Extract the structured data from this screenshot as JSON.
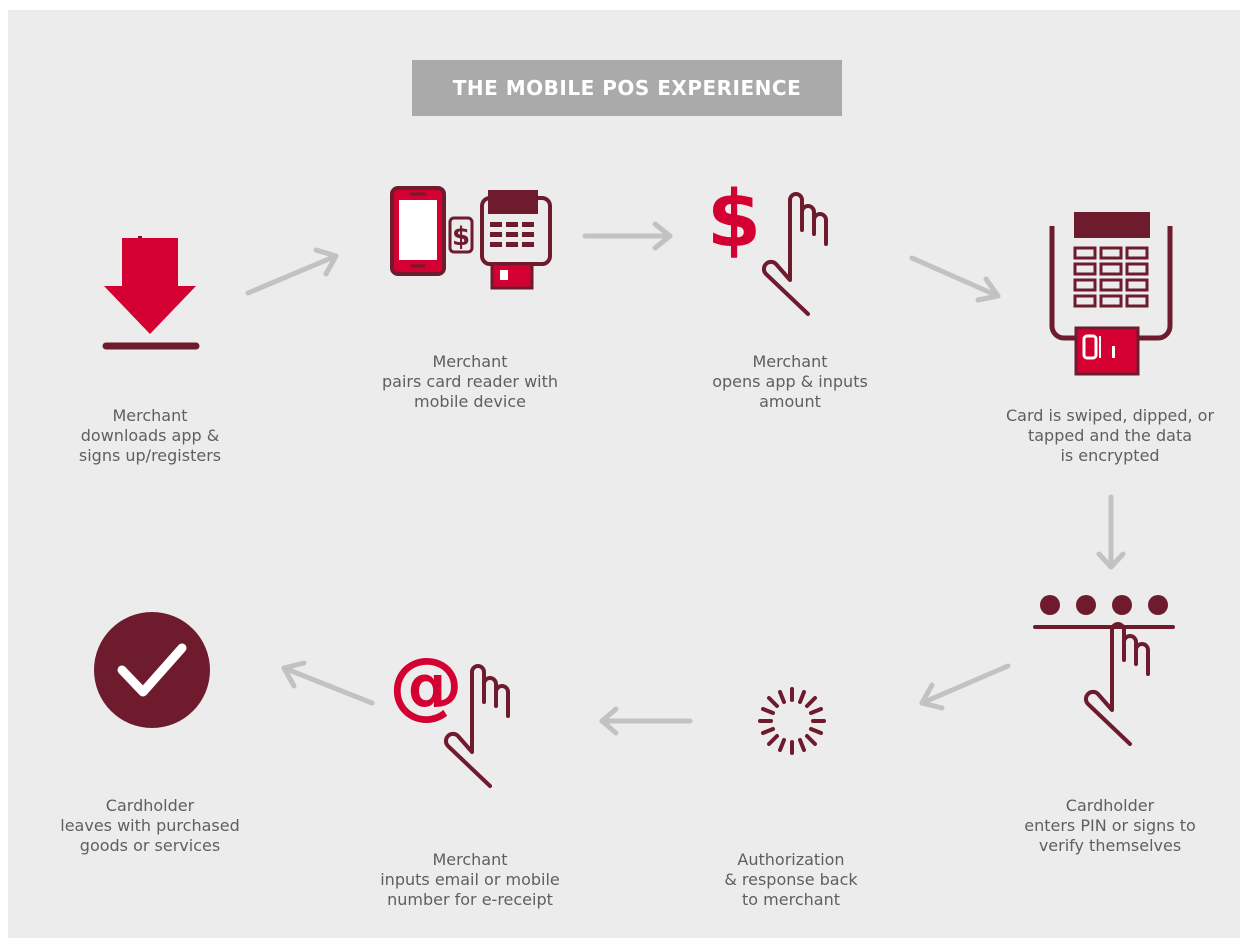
{
  "title": "THE MOBILE POS EXPERIENCE",
  "colors": {
    "red": "#d50032",
    "maroon": "#6e1b2e",
    "arrow_gray": "#c2c2c2",
    "title_bg": "#aaaaaa",
    "panel_bg": "#ececec"
  },
  "steps": [
    {
      "icon": "download-icon",
      "caption": "Merchant\ndownloads app &\nsigns up/registers"
    },
    {
      "icon": "phone-card-reader-icon",
      "caption": "Merchant\npairs card reader with\nmobile device"
    },
    {
      "icon": "dollar-tap-icon",
      "caption": "Merchant\nopens app & inputs\namount"
    },
    {
      "icon": "card-terminal-icon",
      "caption": "Card is swiped, dipped, or\ntapped and the data\nis encrypted"
    },
    {
      "icon": "pin-entry-icon",
      "caption": "Cardholder\nenters PIN or signs to\nverify themselves"
    },
    {
      "icon": "loading-spinner-icon",
      "caption": "Authorization\n& response back\nto merchant"
    },
    {
      "icon": "email-tap-icon",
      "caption": "Merchant\ninputs email or mobile\nnumber for e-receipt"
    },
    {
      "icon": "checkmark-icon",
      "caption": "Cardholder\nleaves with purchased\ngoods or services"
    }
  ]
}
